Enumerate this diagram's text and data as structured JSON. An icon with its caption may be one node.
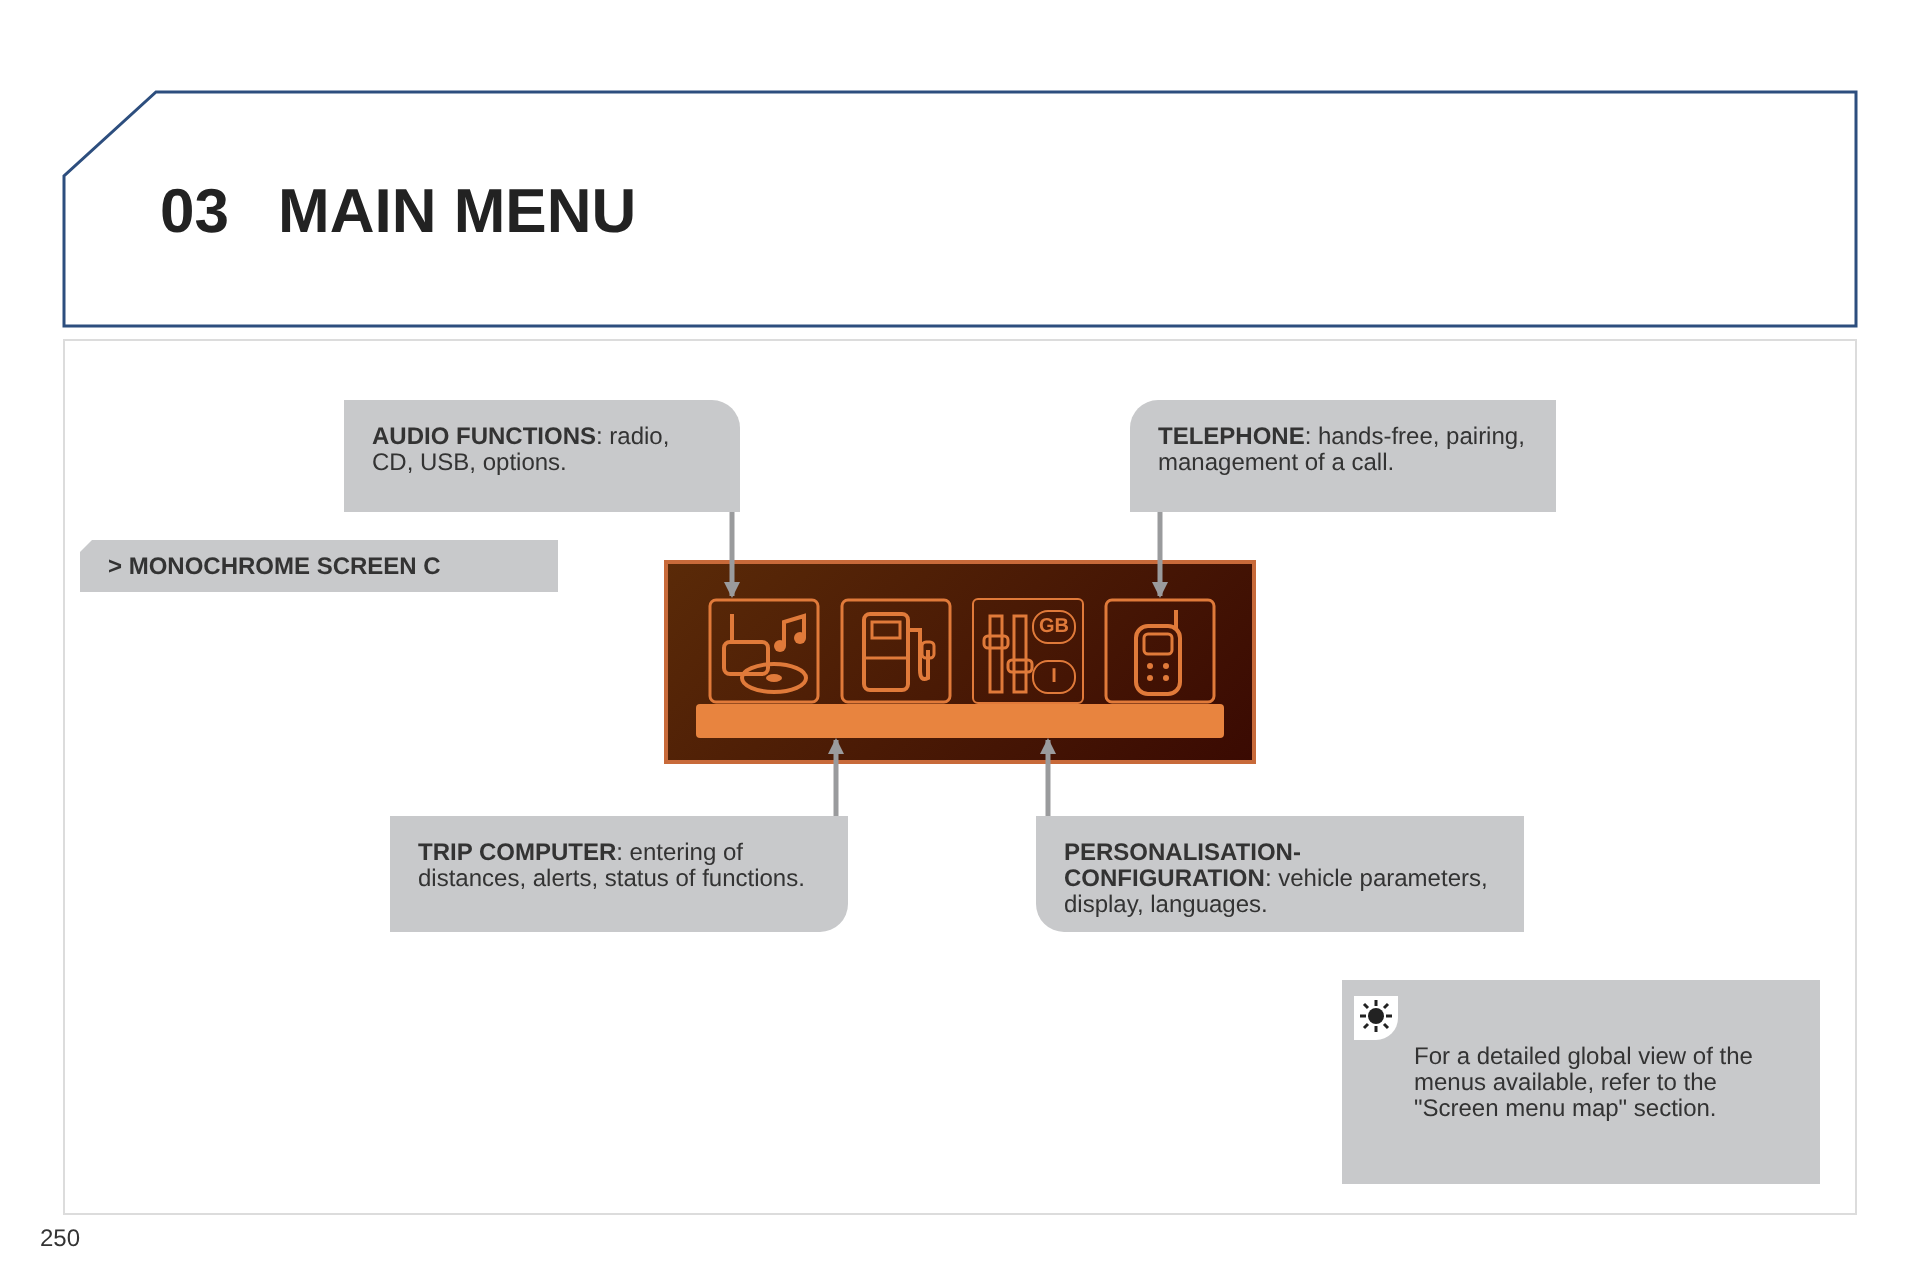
{
  "diagram": {
    "title": "MAIN MENU",
    "nodes": [
      {
        "text": [
          "**AUDIO FUNCTIONS**: radio, CD, USB, options."
        ]
      },
      {
        "text": [
          "**TELEPHONE**: hands-free, pairing, management of a call."
        ]
      },
      {
        "text": [
          "> MONOCHROME SCREEN C"
        ]
      },
      {
        "text": [],
        "shape": "screen"
      },
      {
        "text": [],
        "shape": "icon",
        "in": 3
      },
      {
        "text": [],
        "shape": "icon",
        "in": 3
      },
      {
        "text": [
          "GB",
          "I"
        ],
        "in": 3
      },
      {
        "text": [],
        "shape": "icon",
        "in": 3
      },
      {
        "text": [],
        "shape": "bar",
        "in": 3
      },
      {
        "text": [
          "**TRIP COMPUTER**: entering of distances, alerts, status of functions."
        ]
      },
      {
        "text": [
          "**PERSONALISATION-CONFIGURATION**: vehicle parameters, display, languages."
        ]
      },
      {
        "text": [
          "For a detailed global view of the menus available, refer to the \"Screen menu map\" section."
        ]
      }
    ],
    "edges": [
      {
        "from": 0,
        "to": 4,
        "arrow": "to"
      },
      {
        "from": 1,
        "to": 7,
        "arrow": "to"
      },
      {
        "from": 9,
        "to": 8,
        "arrow": "to"
      },
      {
        "from": 10,
        "to": 8,
        "arrow": "to"
      }
    ],
    "labels": [
      "03",
      "250"
    ]
  }
}
